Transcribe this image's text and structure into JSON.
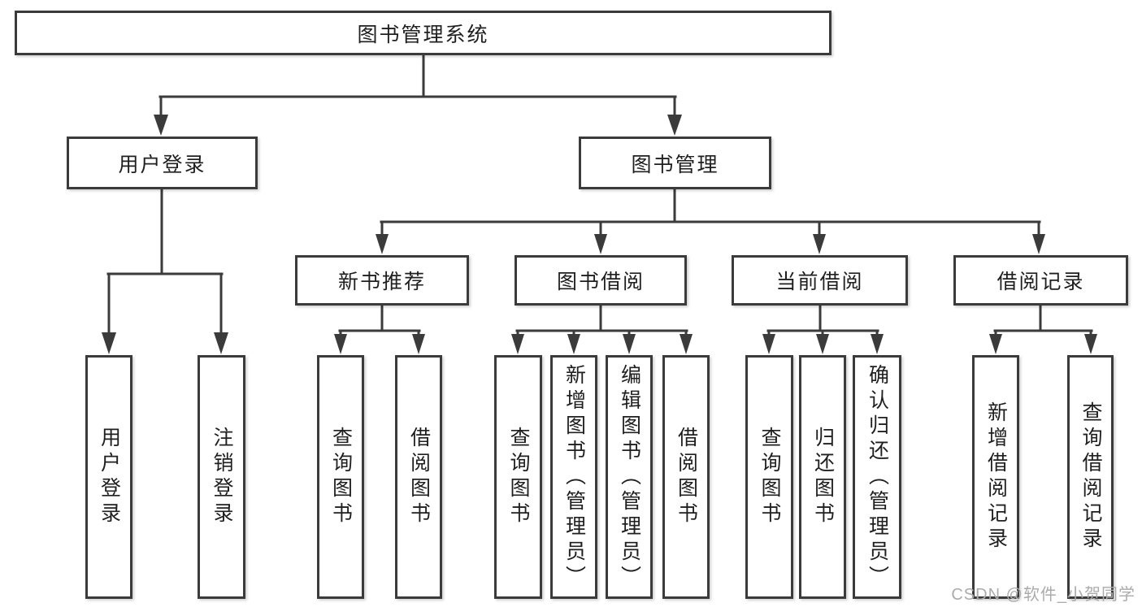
{
  "tree": {
    "label": "图书管理系统",
    "children": [
      {
        "label": "用户登录",
        "children": [
          {
            "label": "用户登录"
          },
          {
            "label": "注销登录"
          }
        ]
      },
      {
        "label": "图书管理",
        "children": [
          {
            "label": "新书推荐",
            "children": [
              {
                "label": "查询图书"
              },
              {
                "label": "借阅图书"
              }
            ]
          },
          {
            "label": "图书借阅",
            "children": [
              {
                "label": "查询图书"
              },
              {
                "label": "新增图书（管理员）"
              },
              {
                "label": "编辑图书（管理员）"
              },
              {
                "label": "借阅图书"
              }
            ]
          },
          {
            "label": "当前借阅",
            "children": [
              {
                "label": "查询图书"
              },
              {
                "label": "归还图书"
              },
              {
                "label": "确认归还（管理员）"
              }
            ]
          },
          {
            "label": "借阅记录",
            "children": [
              {
                "label": "新增借阅记录"
              },
              {
                "label": "查询借阅记录"
              }
            ]
          }
        ]
      }
    ]
  },
  "watermark": {
    "text": "CSDN @软件_小贺同学"
  },
  "colors": {
    "line": "#3b3b3b",
    "text": "#1f1f1f",
    "box_fill": "#ffffff",
    "watermark": "#ababab",
    "background": "#ffffff"
  }
}
